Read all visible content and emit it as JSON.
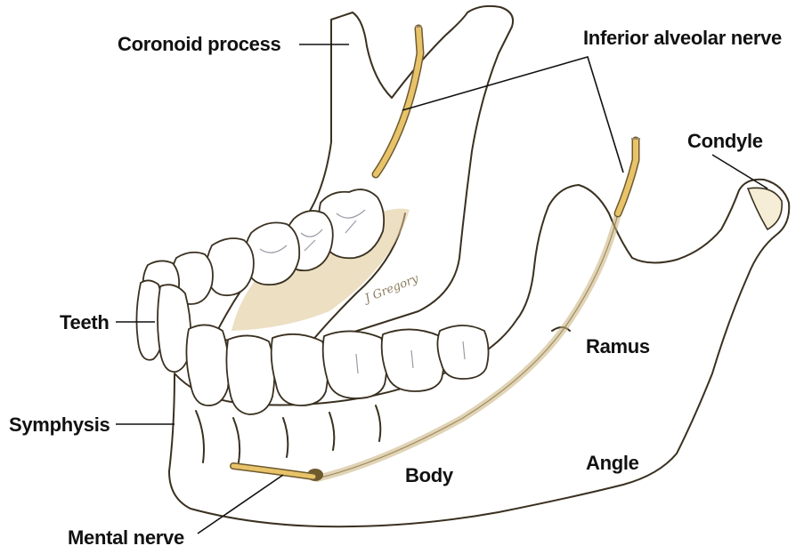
{
  "labels": {
    "coronoid_process": "Coronoid process",
    "inferior_alveolar_nerve": "Inferior alveolar nerve",
    "condyle": "Condyle",
    "teeth": "Teeth",
    "ramus": "Ramus",
    "symphysis": "Symphysis",
    "body": "Body",
    "angle": "Angle",
    "mental_nerve": "Mental nerve"
  },
  "signature": "J Gregory",
  "colors": {
    "bone_light": "#f1e4c3",
    "bone_mid": "#e6d2a4",
    "bone_shadow": "#d9c08a",
    "nerve": "#e8c36a",
    "tooth": "#ffffff",
    "outline": "#3a3020",
    "label_text": "#111111"
  }
}
